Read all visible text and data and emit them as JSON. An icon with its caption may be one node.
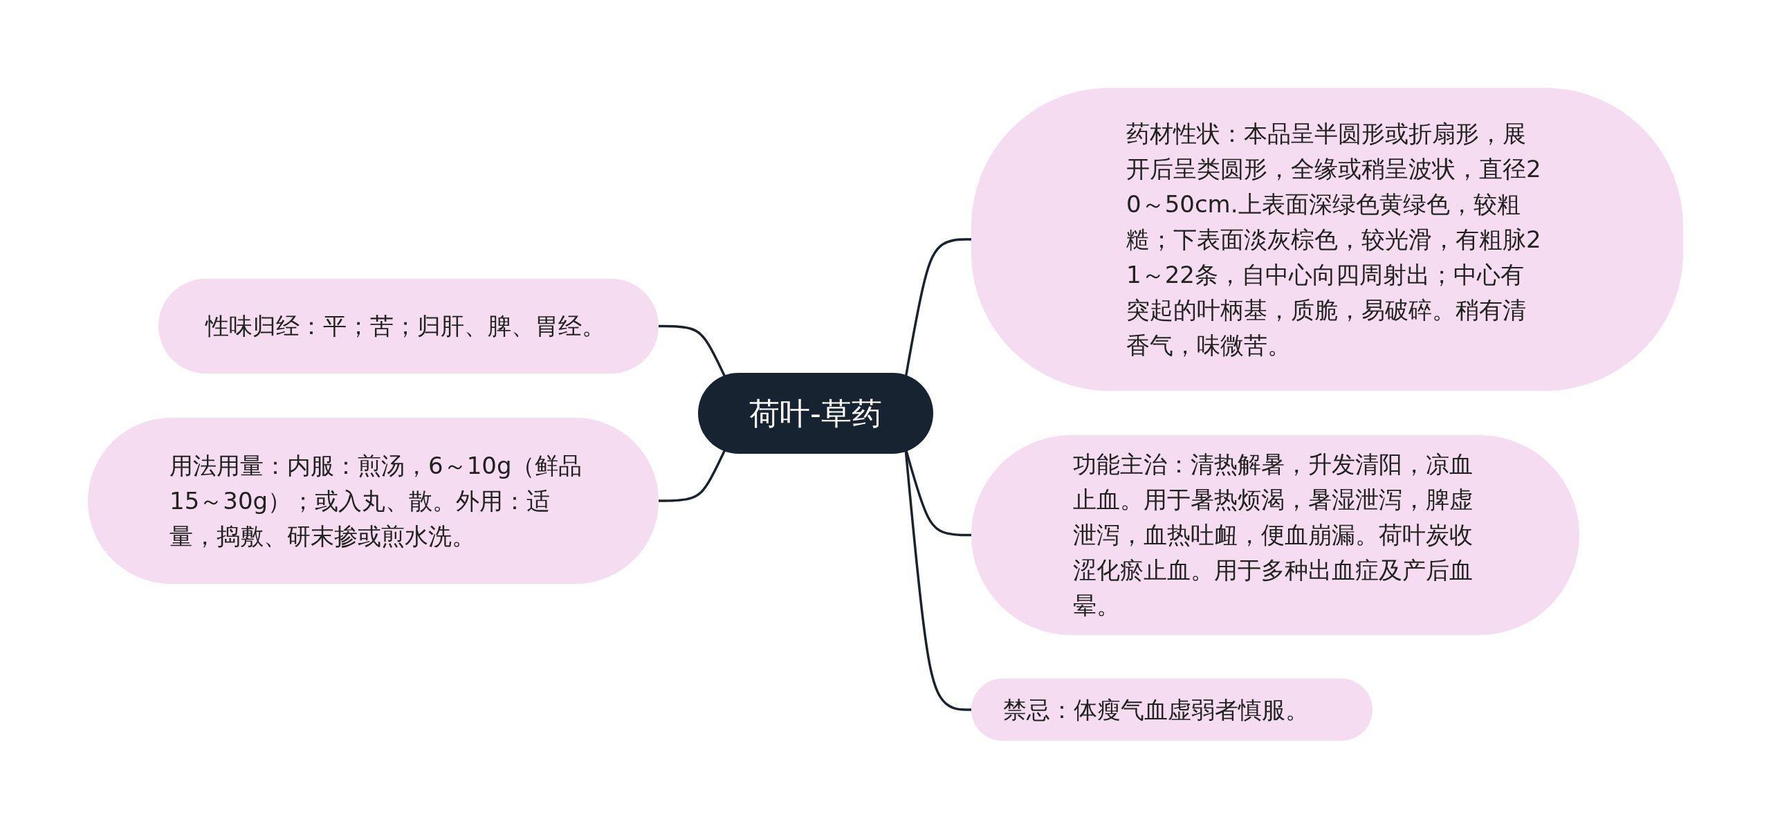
{
  "diagram": {
    "nodes": [
      {
        "text": [
          "荷叶-草药"
        ]
      },
      {
        "text": [
          "性味归经：平；苦；归肝、脾、胃经。"
        ]
      },
      {
        "text": [
          "用法用量：内服：煎汤，6～10g（鲜品15～30g）；或入丸、散。外用：适量，捣敷、研末掺或煎水洗。"
        ]
      },
      {
        "text": [
          "药材性状：本品呈半圆形或折扇形，展开后呈类圆形，全缘或稍呈波状，直径20～50cm.上表面深绿色黄绿色，较粗糙；下表面淡灰棕色，较光滑，有粗脉21～22条，自中心向四周射出；中心有突起的叶柄基，质脆，易破碎。稍有清香气，味微苦。"
        ]
      },
      {
        "text": [
          "功能主治：清热解暑，升发清阳，凉血止血。用于暑热烦渴，暑湿泄泻，脾虚泄泻，血热吐衄，便血崩漏。荷叶炭收涩化瘀止血。用于多种出血症及产后血晕。"
        ]
      },
      {
        "text": [
          "禁忌：体瘦气血虚弱者慎服。"
        ]
      }
    ],
    "edges": [
      {
        "from": 0,
        "to": 1,
        "arrow": "none"
      },
      {
        "from": 0,
        "to": 2,
        "arrow": "none"
      },
      {
        "from": 0,
        "to": 3,
        "arrow": "none"
      },
      {
        "from": 0,
        "to": 4,
        "arrow": "none"
      },
      {
        "from": 0,
        "to": 5,
        "arrow": "none"
      }
    ]
  }
}
